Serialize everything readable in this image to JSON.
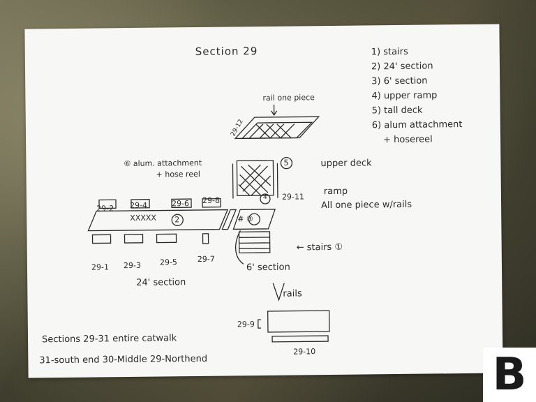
{
  "title": "Section 29",
  "legend": [
    "1) stairs",
    "2) 24' section",
    "3) 6' section",
    "4) upper ramp",
    "5) tall deck",
    "6) alum attachment",
    "+ hosereel"
  ],
  "labels": {
    "rail_one_piece": "rail one piece",
    "label_29_12": "29-12",
    "alum_attachment": "⑥ alum. attachment",
    "hose_reel": "+ hose reel",
    "upper_deck": "upper deck",
    "ramp": "ramp",
    "ramp_note": "All one piece w/rails",
    "label_29_11": "29-11",
    "stairs": "← stairs ①",
    "six_section": "6' section",
    "rails": "rails",
    "label_24_section": "24' section",
    "top_labels": [
      "29-2",
      "29-4",
      "29-6",
      "29-8"
    ],
    "bottom_labels": [
      "29-1",
      "29-3",
      "29-5",
      "29-7"
    ],
    "label_29_9": "29-9",
    "label_29_10": "29-10",
    "circle_2": "2",
    "circle_3": "# ③",
    "circle_4": "4",
    "circle_5": "5",
    "catwalk_xs": "XXXXX"
  },
  "notes": {
    "line1": "Sections 29-31 entire catwalk",
    "line2": "31-south end   30-Middle   29-Northend"
  },
  "badge": "B"
}
